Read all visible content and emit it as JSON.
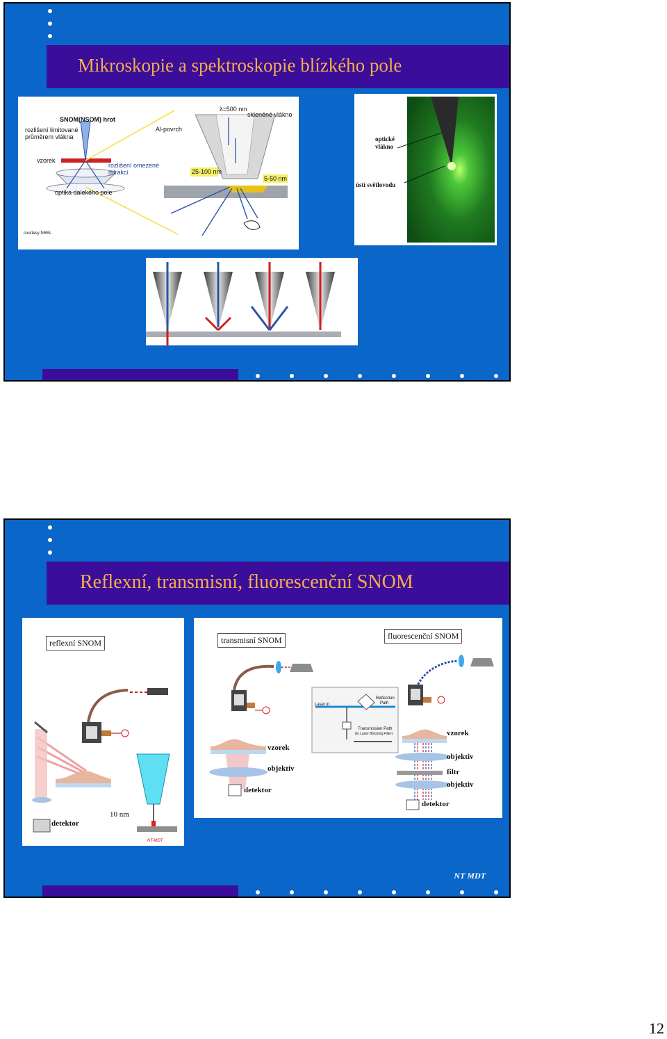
{
  "slide1": {
    "title": "Mikroskopie a spektroskopie blízkého pole",
    "left_diagram": {
      "labels": {
        "snom_hrot": "SNOM(NSOM) hrot",
        "rozliseni1": "rozlišení limitované",
        "rozliseni2": "průměrem vlákna",
        "vzorek": "vzorek",
        "omezene1": "rozlišení omezené",
        "omezene2": "difrakcí",
        "optika": "optika dalekého pole",
        "lambda": "λ=500 nm",
        "sklenene": "skleněné vlákno",
        "al_povrch": "Al-povrch",
        "range1": "25-100 nm",
        "range2": "5-50 nm",
        "courtesy": "courtesy NREL"
      }
    },
    "right_photo": {
      "labels": {
        "opticke1": "optické",
        "opticke2": "vlákno",
        "usti": "ústí světlovodu"
      }
    }
  },
  "slide2": {
    "title": "Reflexní, transmisní, fluorescenční SNOM",
    "reflex_panel": {
      "label": "reflexní SNOM",
      "detektor": "detektor",
      "dim": "10 nm",
      "brand": "NT-MDT"
    },
    "trans_panel": {
      "label": "transmisní SNOM",
      "vzorek": "vzorek",
      "objektiv": "objektiv",
      "detektor": "detektor",
      "laser_in": "Laser in",
      "reflection1": "Reflection",
      "reflection2": "Path",
      "transmission1": "Transmission Path",
      "transmission2": "(to Laser Blocking Filter)"
    },
    "fluo_panel": {
      "label": "fluorescenční SNOM",
      "vzorek": "vzorek",
      "objektiv1": "objektiv",
      "filtr": "filtr",
      "objektiv2": "objektiv",
      "detektor": "detektor"
    },
    "brand": "NT MDT"
  },
  "page_number": "12",
  "colors": {
    "slide_bg": "#0a66c8",
    "band": "#3a0d9a",
    "title": "#f6ad4a"
  }
}
